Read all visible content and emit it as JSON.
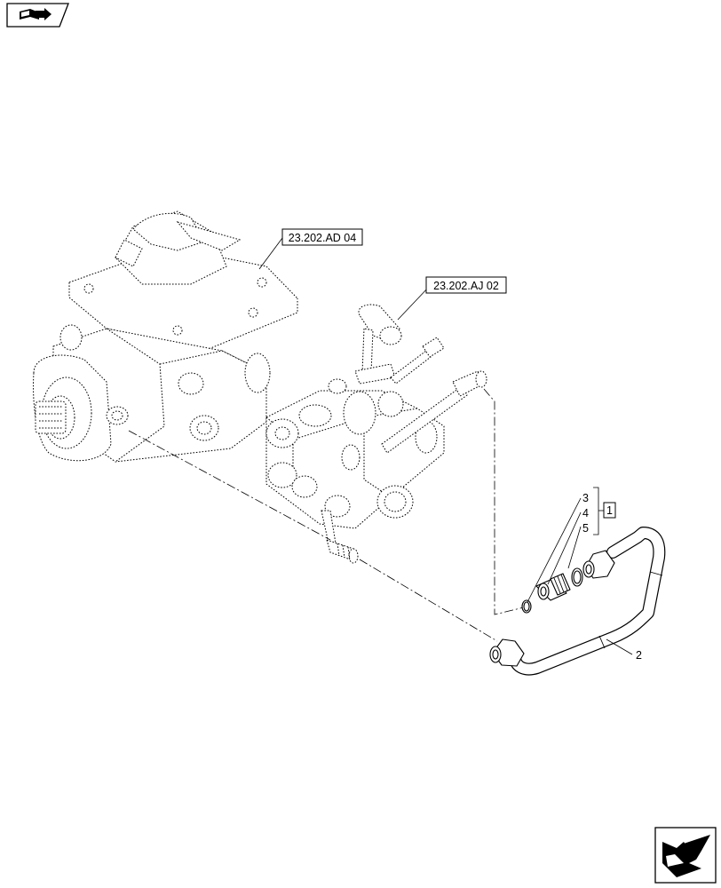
{
  "diagram": {
    "references": {
      "ref_a": "23.202.AD 04",
      "ref_b": "23.202.AJ 02"
    },
    "callouts": {
      "item_1": "1",
      "item_2": "2",
      "item_3": "3",
      "item_4": "4",
      "item_5": "5"
    }
  },
  "icons": {
    "top_left": "book-arrow-icon",
    "bottom_right": "next-page-arrow-icon"
  },
  "colors": {
    "line": "#000000",
    "background": "#ffffff"
  }
}
